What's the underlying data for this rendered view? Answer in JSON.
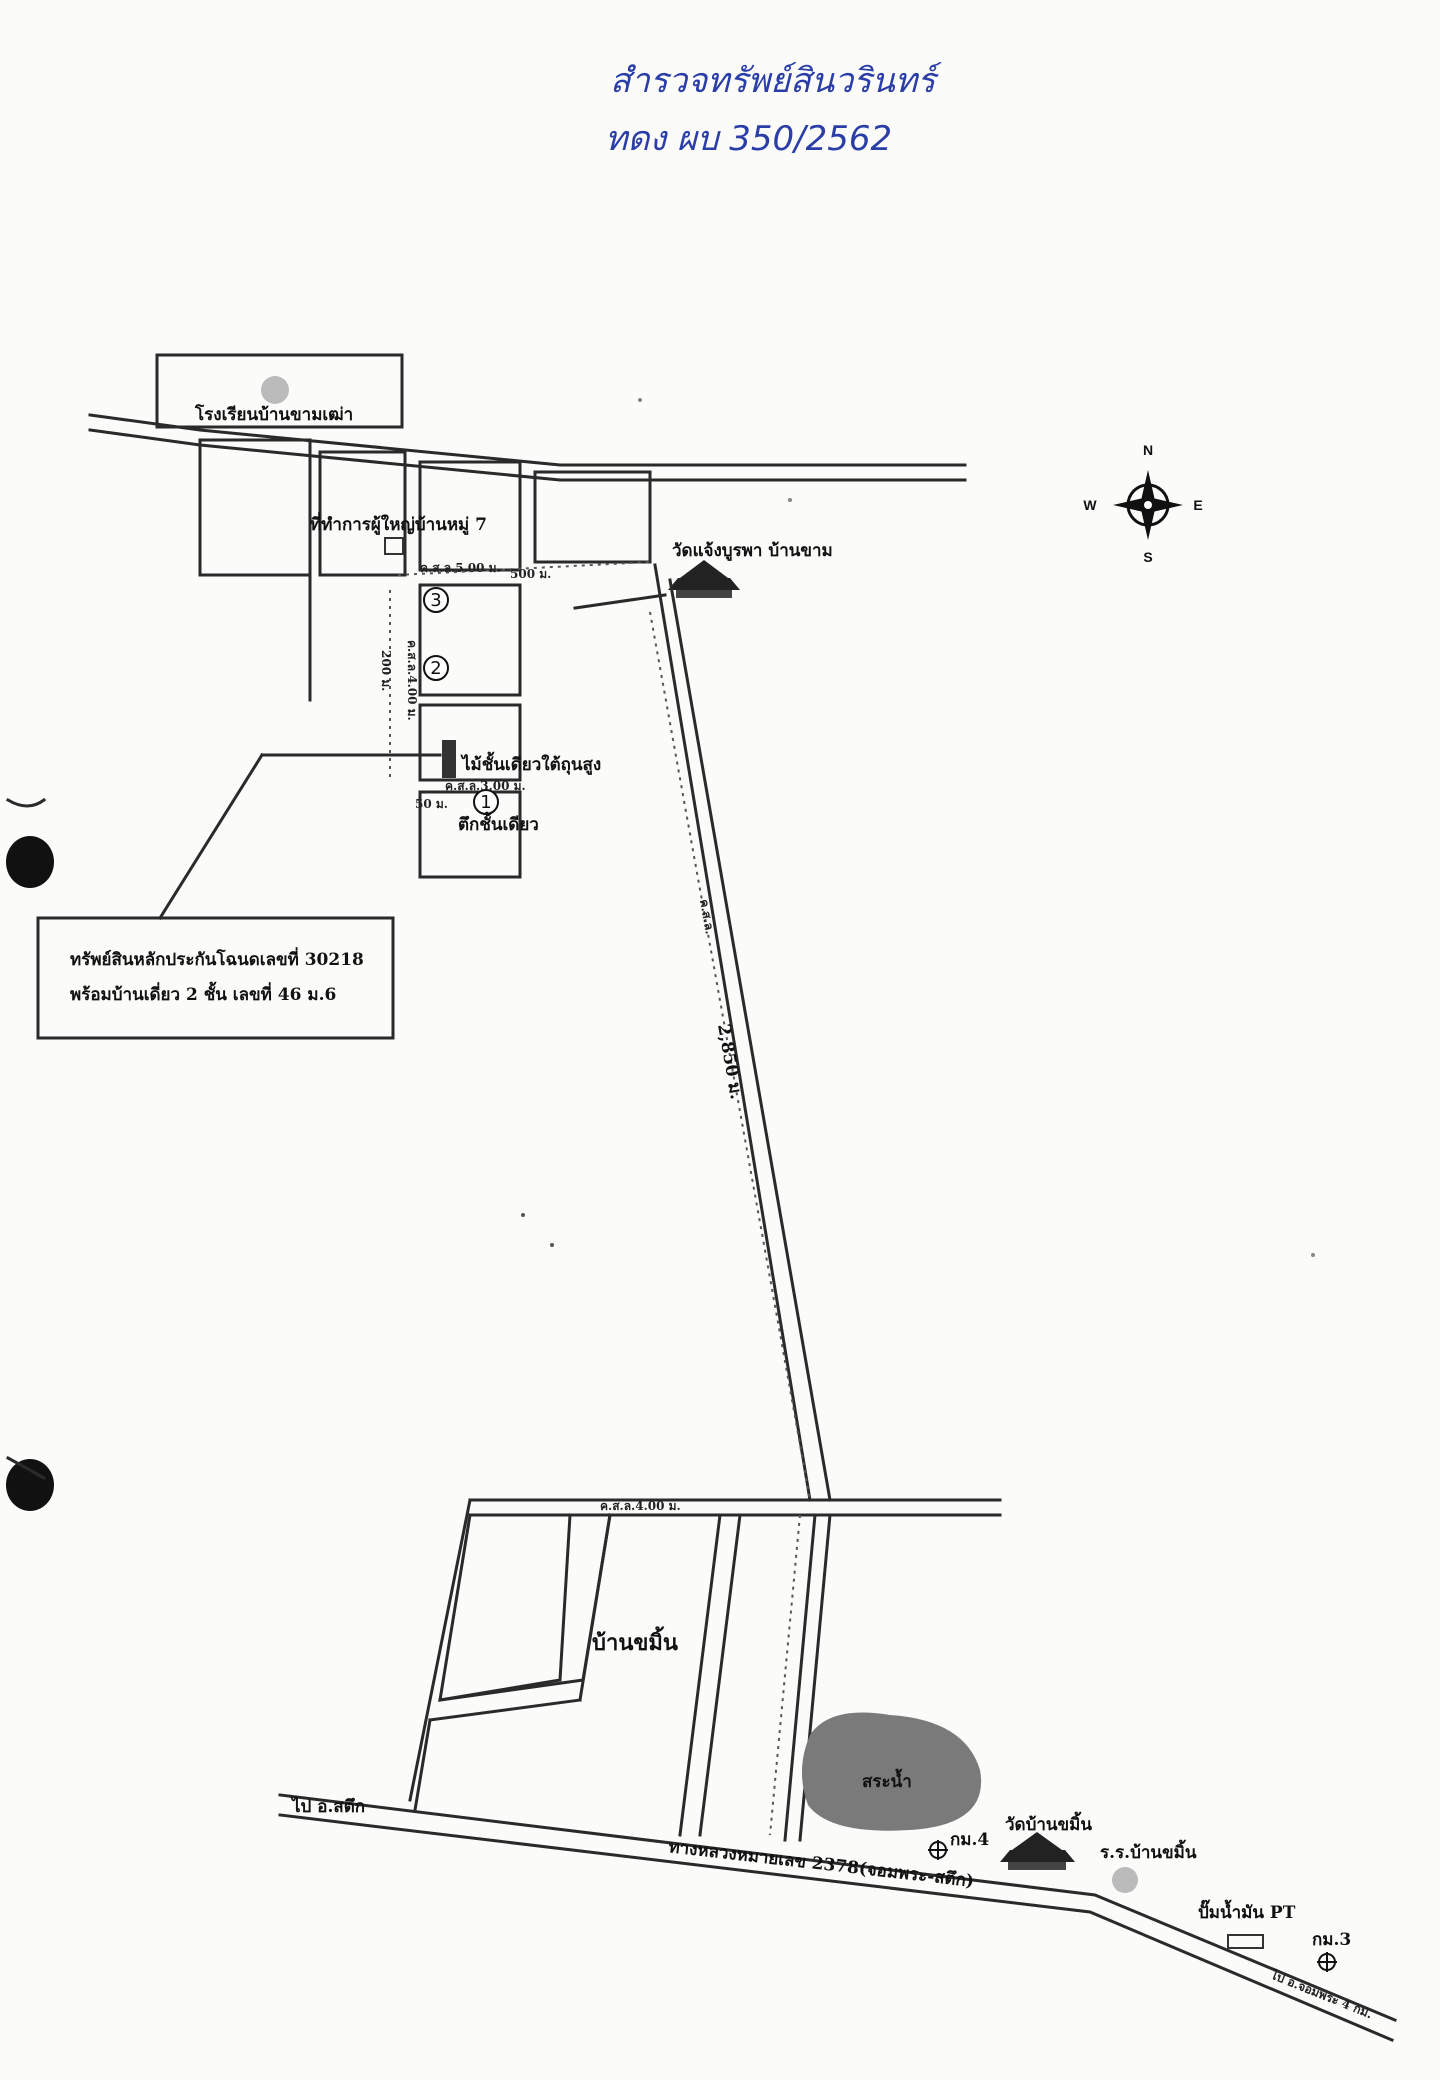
{
  "handwritten": {
    "line1": "สำรวจทรัพย์สินวรินทร์",
    "line2": "ทดง ผบ 350/2562"
  },
  "labels": {
    "school": "โรงเรียนบ้านขามเฒ่า",
    "village_office": "ที่ทำการผู้ใหญ่บ้านหมู่ 7",
    "temple_north": "วัดแจ้งบูรพา บ้านขาม",
    "road_width_top": "ค.ส.ล.5.00 ม.",
    "dist_500": "500 ม.",
    "dist_200": "200 ม.",
    "road_width_side": "ค.ส.ล.4.00 ม.",
    "house_wood": "ไม้ชั้นเดียวใต้ถุนสูง",
    "road_width_small": "ค.ส.ล.3.00 ม.",
    "dist_50": "50 ม.",
    "house_brick": "ตึกชั้นเดียว",
    "long_road_width": "ค.ส.ล.",
    "dist_2850": "2,850 ม.",
    "road_width_bottom": "ค.ส.ล.4.00 ม.",
    "village_south": "บ้านขมิ้น",
    "pond": "สระน้ำ",
    "to_sateuk": "ไป อ.สตึก",
    "highway": "ทางหลวงหมายเลข 2378(จอมพระ-สตึก)",
    "km4": "กม.4",
    "temple_south": "วัดบ้านขมิ้น",
    "school_south": "ร.ร.บ้านขมิ้น",
    "gas_station": "ปั๊มน้ำมัน PT",
    "km3": "กม.3",
    "to_chomphra": "ไป อ.จอมพระ 4 กม."
  },
  "markers": [
    "1",
    "2",
    "3"
  ],
  "callout": {
    "line1": "ทรัพย์สินหลักประกันโฉนดเลขที่ 30218",
    "line2": "พร้อมบ้านเดี่ยว 2 ชั้น เลขที่ 46 ม.6"
  },
  "compass": {
    "n": "N",
    "s": "S",
    "e": "E",
    "w": "W"
  }
}
